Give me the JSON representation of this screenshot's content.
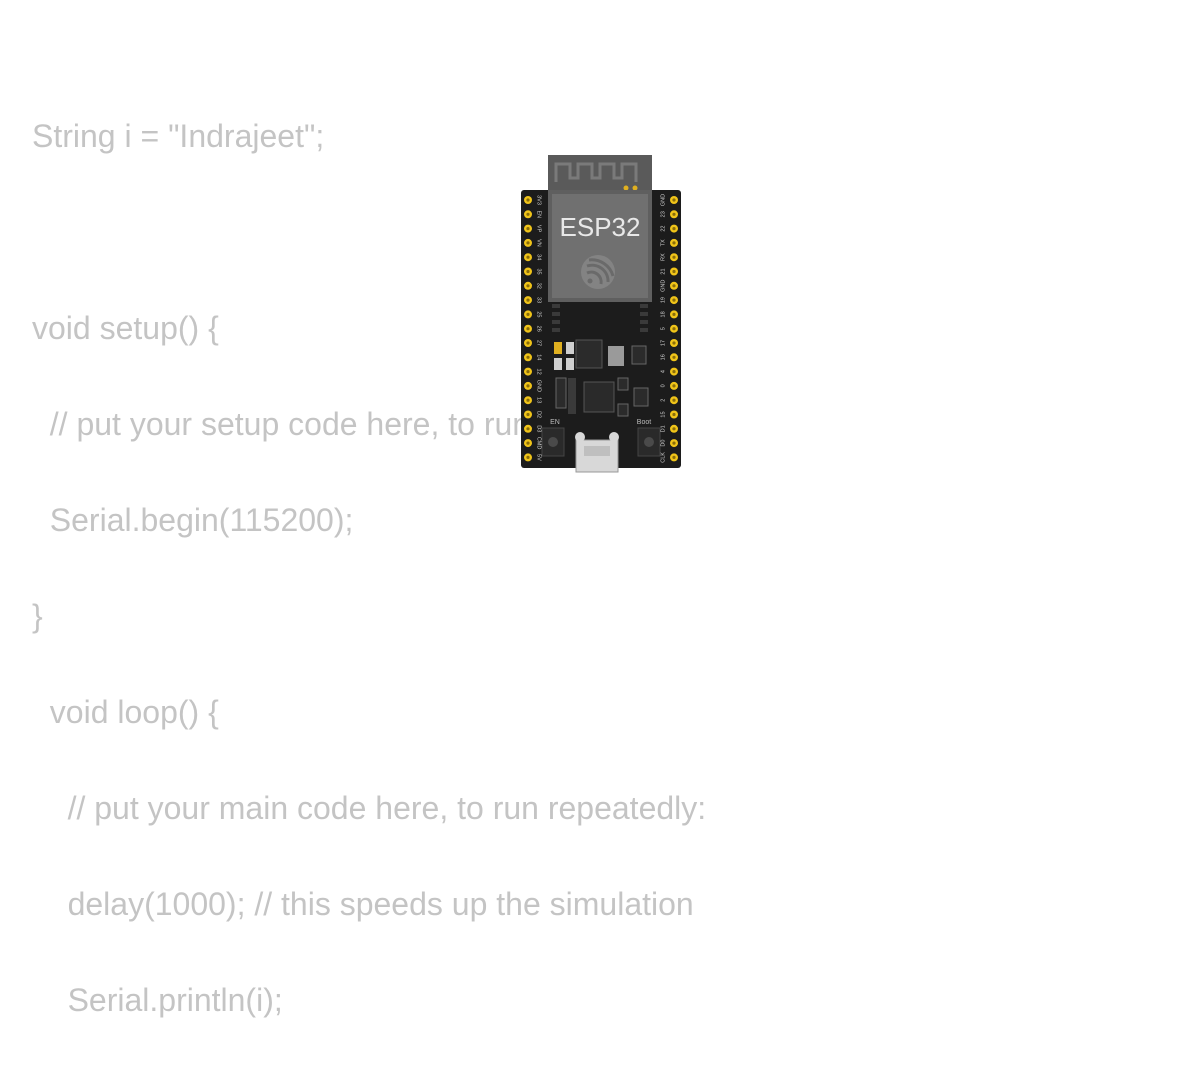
{
  "code": {
    "lines": [
      "String i = \"Indrajeet\";",
      "",
      "void setup() {",
      "  // put your setup code here, to run once:",
      "  Serial.begin(115200);",
      "}",
      "  void loop() {",
      "    // put your main code here, to run repeatedly:",
      "    delay(1000); // this speeds up the simulation",
      "    Serial.println(i);"
    ]
  },
  "board": {
    "module_label": "ESP32",
    "en_button_label": "EN",
    "boot_button_label": "Boot",
    "left_pins": [
      "3V3",
      "EN",
      "VP",
      "VN",
      "34",
      "35",
      "32",
      "33",
      "25",
      "26",
      "27",
      "14",
      "12",
      "GND",
      "13",
      "D2",
      "D3",
      "CMD",
      "5V"
    ],
    "right_pins": [
      "GND",
      "23",
      "22",
      "TX",
      "RX",
      "21",
      "GND",
      "19",
      "18",
      "5",
      "17",
      "16",
      "4",
      "0",
      "2",
      "15",
      "D1",
      "D0",
      "CLK"
    ],
    "colors": {
      "pcb": "#1c1c1c",
      "pin": "#f0c419",
      "module": "#6e6e6e",
      "module_top": "#5a5a5a",
      "code_text": "#c4c4c4"
    }
  }
}
